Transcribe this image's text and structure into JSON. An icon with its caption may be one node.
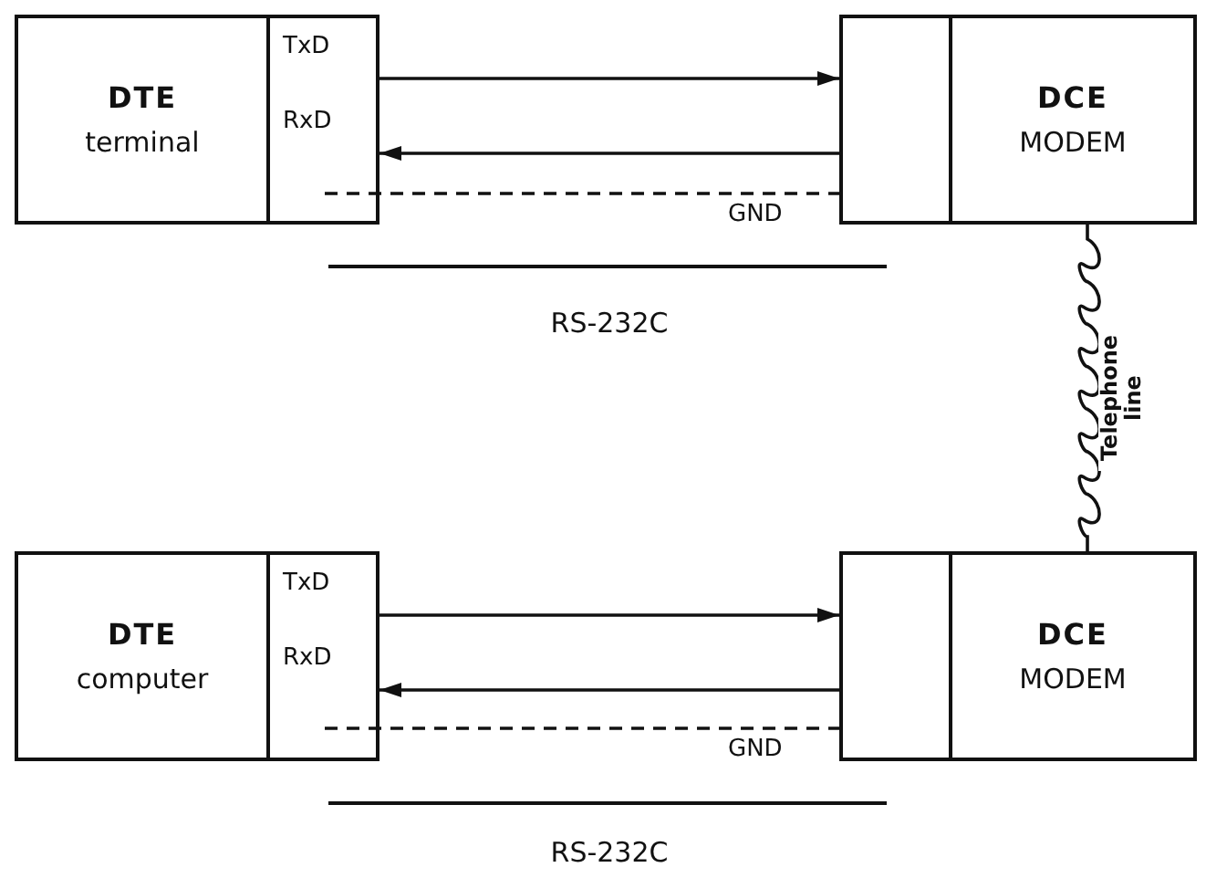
{
  "diagram": {
    "nodes": [
      {
        "text": [
          "DTE",
          "terminal"
        ]
      },
      {
        "text": [],
        "shape": "box"
      },
      {
        "text": [],
        "shape": "box"
      },
      {
        "text": [
          "DCE",
          "MODEM"
        ]
      },
      {
        "text": [
          "DTE",
          "computer"
        ]
      },
      {
        "text": [],
        "shape": "box"
      },
      {
        "text": [],
        "shape": "box"
      },
      {
        "text": [
          "DCE",
          "MODEM"
        ]
      }
    ],
    "edges": [
      {
        "from": 1,
        "to": 2,
        "arrow": "to",
        "label": "TxD"
      },
      {
        "from": 2,
        "to": 1,
        "arrow": "to",
        "label": "RxD"
      },
      {
        "from": 1,
        "to": 2,
        "arrow": "none",
        "style": "dashed",
        "label": "GND"
      },
      {
        "from": 3,
        "to": 7,
        "arrow": "none",
        "label": "Telephone line"
      },
      {
        "from": 5,
        "to": 6,
        "arrow": "to",
        "label": "TxD"
      },
      {
        "from": 6,
        "to": 5,
        "arrow": "to",
        "label": "RxD"
      },
      {
        "from": 5,
        "to": 6,
        "arrow": "none",
        "style": "dashed",
        "label": "GND"
      }
    ],
    "labels": [
      "RS-232C",
      "RS-232C"
    ]
  }
}
